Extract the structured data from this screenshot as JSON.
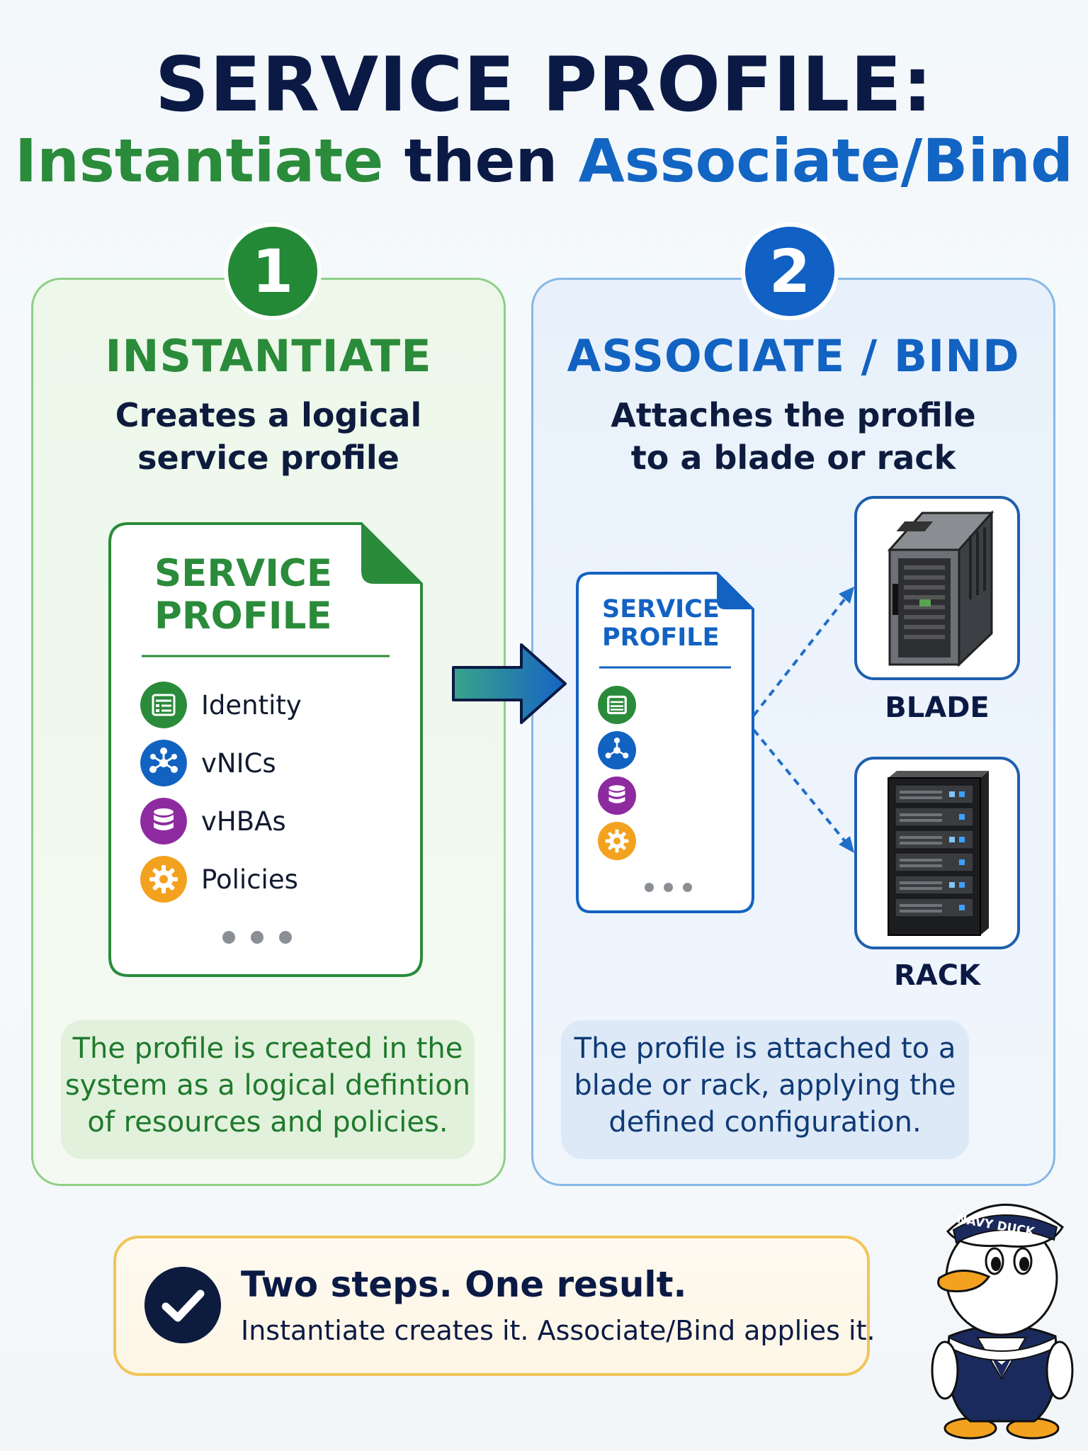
{
  "title": {
    "line1": "SERVICE PROFILE:",
    "line2_part1": "Instantiate",
    "line2_part2": "then",
    "line2_part3": "Associate/Bind"
  },
  "steps": [
    {
      "number": "1",
      "heading": "INSTANTIATE",
      "subtitle_line1": "Creates a logical",
      "subtitle_line2": "service profile",
      "note_line1": "The profile is created in the",
      "note_line2": "system as a logical defintion",
      "note_line3": "of resources and policies."
    },
    {
      "number": "2",
      "heading": "ASSOCIATE / BIND",
      "subtitle_line1": "Attaches the profile",
      "subtitle_line2": "to a blade or rack",
      "note_line1": "The profile is attached to a",
      "note_line2": "blade or rack, applying the",
      "note_line3": "defined configuration."
    }
  ],
  "profile_card": {
    "title_line1": "SERVICE",
    "title_line2": "PROFILE",
    "items": [
      {
        "label": "Identity",
        "icon": "identity-icon",
        "color": "#2a8b3a"
      },
      {
        "label": "vNICs",
        "icon": "network-icon",
        "color": "#1262c2"
      },
      {
        "label": "vHBAs",
        "icon": "storage-icon",
        "color": "#8e2aa0"
      },
      {
        "label": "Policies",
        "icon": "gear-icon",
        "color": "#f3a21f"
      }
    ]
  },
  "targets": {
    "blade": "BLADE",
    "rack": "RACK"
  },
  "summary": {
    "title": "Two steps. One result.",
    "text": "Instantiate creates it. Associate/Bind applies it."
  },
  "mascot": {
    "hat_text": "NAVY DUCK"
  },
  "colors": {
    "green": "#2a8b3a",
    "blue": "#1262c2",
    "navy": "#0b1a45",
    "gold": "#f0c558"
  }
}
